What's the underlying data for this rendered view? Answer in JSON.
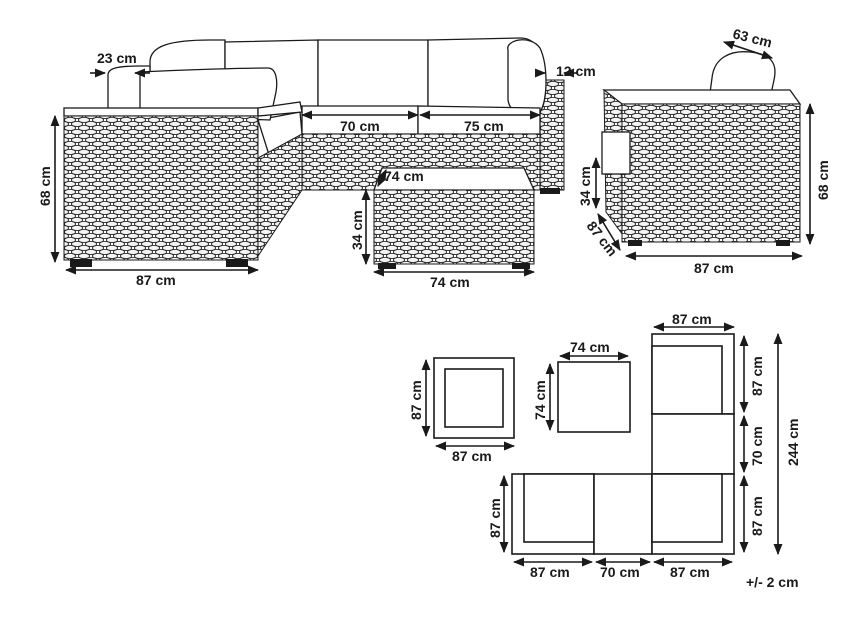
{
  "perspective_labels": {
    "sofa_pillow_depth": "23 cm",
    "sofa_seat_depth": "12 cm",
    "sofa_height": "68 cm",
    "sofa_width": "87 cm",
    "middle_module_width": "70 cm",
    "corner_module_width": "75 cm",
    "table_depth": "74 cm",
    "table_height": "34 cm",
    "table_width": "74 cm",
    "chair_backrest": "63 cm",
    "chair_seat_height": "34 cm",
    "chair_depth": "87 cm",
    "chair_width": "87 cm",
    "chair_height": "68 cm"
  },
  "plan_labels": {
    "armchair_height": "87 cm",
    "armchair_width": "87 cm",
    "table_width": "74 cm",
    "table_height": "74 cm",
    "column_top_width": "87 cm",
    "right_top": "87 cm",
    "right_middle": "70 cm",
    "right_bottom": "87 cm",
    "total_height": "244 cm",
    "bottom_left_height": "87 cm",
    "bottom_1": "87 cm",
    "bottom_2": "70 cm",
    "bottom_3": "87 cm"
  },
  "tolerance": "+/- 2 cm"
}
